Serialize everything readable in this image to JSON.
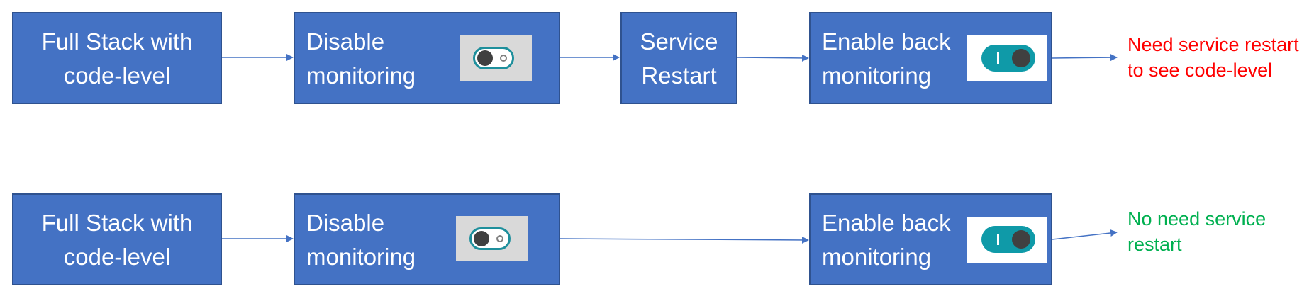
{
  "colors": {
    "box_fill": "#4472c4",
    "box_border": "#2f528f",
    "connector": "#4472c4",
    "note_restart_needed": "#ff0000",
    "note_no_restart": "#00b050",
    "toggle_track": "#0f9aa8"
  },
  "rows": [
    {
      "steps": [
        {
          "lines": [
            "Full Stack with",
            "code-level"
          ]
        },
        {
          "lines": [
            "Disable",
            "monitoring"
          ],
          "toggle": "off"
        },
        {
          "lines": [
            "Service",
            "Restart"
          ]
        },
        {
          "lines": [
            "Enable back",
            "monitoring"
          ],
          "toggle": "on"
        }
      ],
      "note": {
        "lines": [
          "Need service restart",
          "to see code-level"
        ],
        "color": "#ff0000"
      }
    },
    {
      "steps": [
        {
          "lines": [
            "Full Stack with",
            "code-level"
          ]
        },
        {
          "lines": [
            "Disable",
            "monitoring"
          ],
          "toggle": "off"
        },
        {
          "lines": [
            "Enable back",
            "monitoring"
          ],
          "toggle": "on"
        }
      ],
      "note": {
        "lines": [
          "No need service",
          "restart"
        ],
        "color": "#00b050"
      }
    }
  ],
  "icons": {
    "toggle_off": "toggle-off-icon",
    "toggle_on": "toggle-on-icon"
  }
}
